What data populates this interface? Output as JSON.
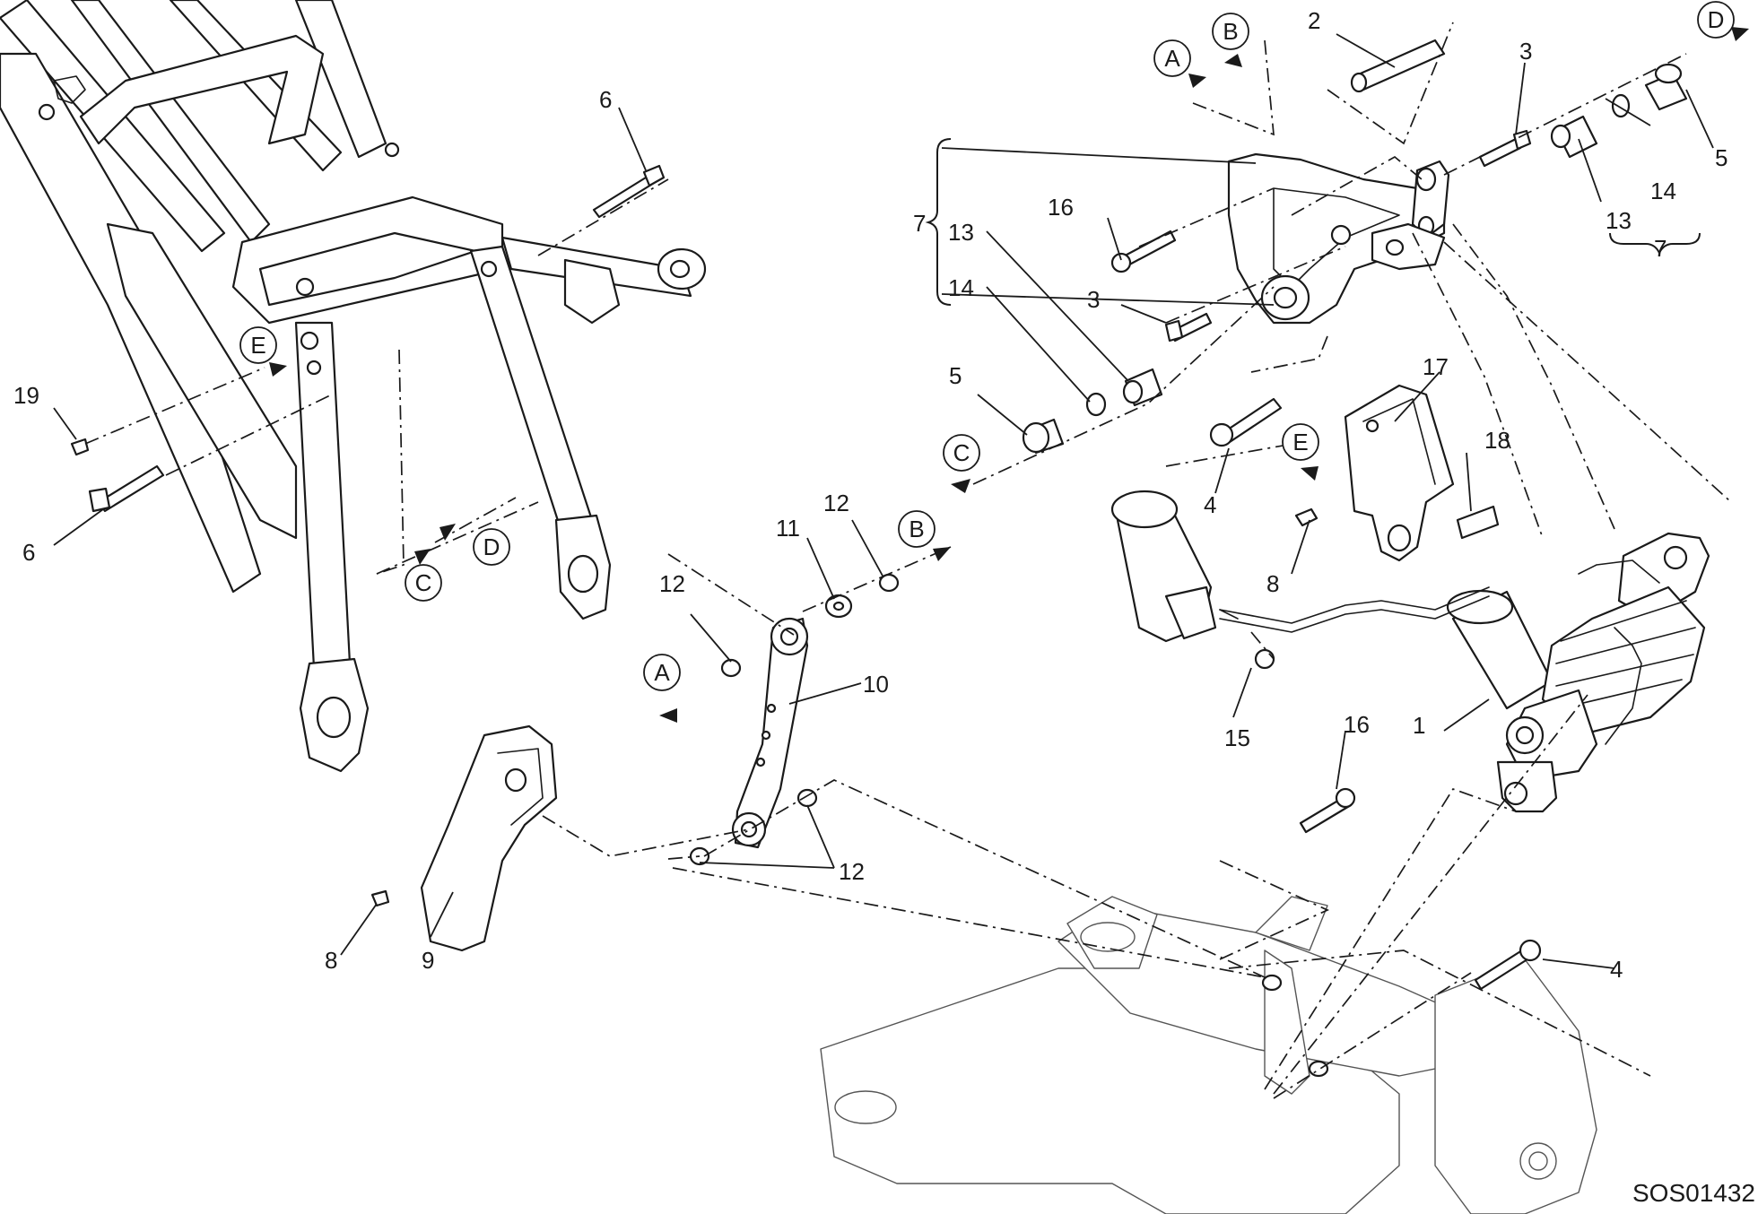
{
  "drawing_code": "SOS01432",
  "callouts": {
    "c1": "1",
    "c2": "2",
    "c3a": "3",
    "c3b": "3",
    "c4a": "4",
    "c4b": "4",
    "c5a": "5",
    "c5b": "5",
    "c6a": "6",
    "c6b": "6",
    "c7a": "7",
    "c7b": "7",
    "c8a": "8",
    "c8b": "8",
    "c9": "9",
    "c10": "10",
    "c11": "11",
    "c12a": "12",
    "c12b": "12",
    "c12c": "12",
    "c13a": "13",
    "c13b": "13",
    "c14a": "14",
    "c14b": "14",
    "c15": "15",
    "c16a": "16",
    "c16b": "16",
    "c17": "17",
    "c18": "18",
    "c19": "19"
  },
  "references": {
    "A1": "A",
    "A2": "A",
    "B1": "B",
    "B2": "B",
    "C1": "C",
    "C2": "C",
    "D1": "D",
    "D2": "D",
    "E1": "E",
    "E2": "E"
  }
}
